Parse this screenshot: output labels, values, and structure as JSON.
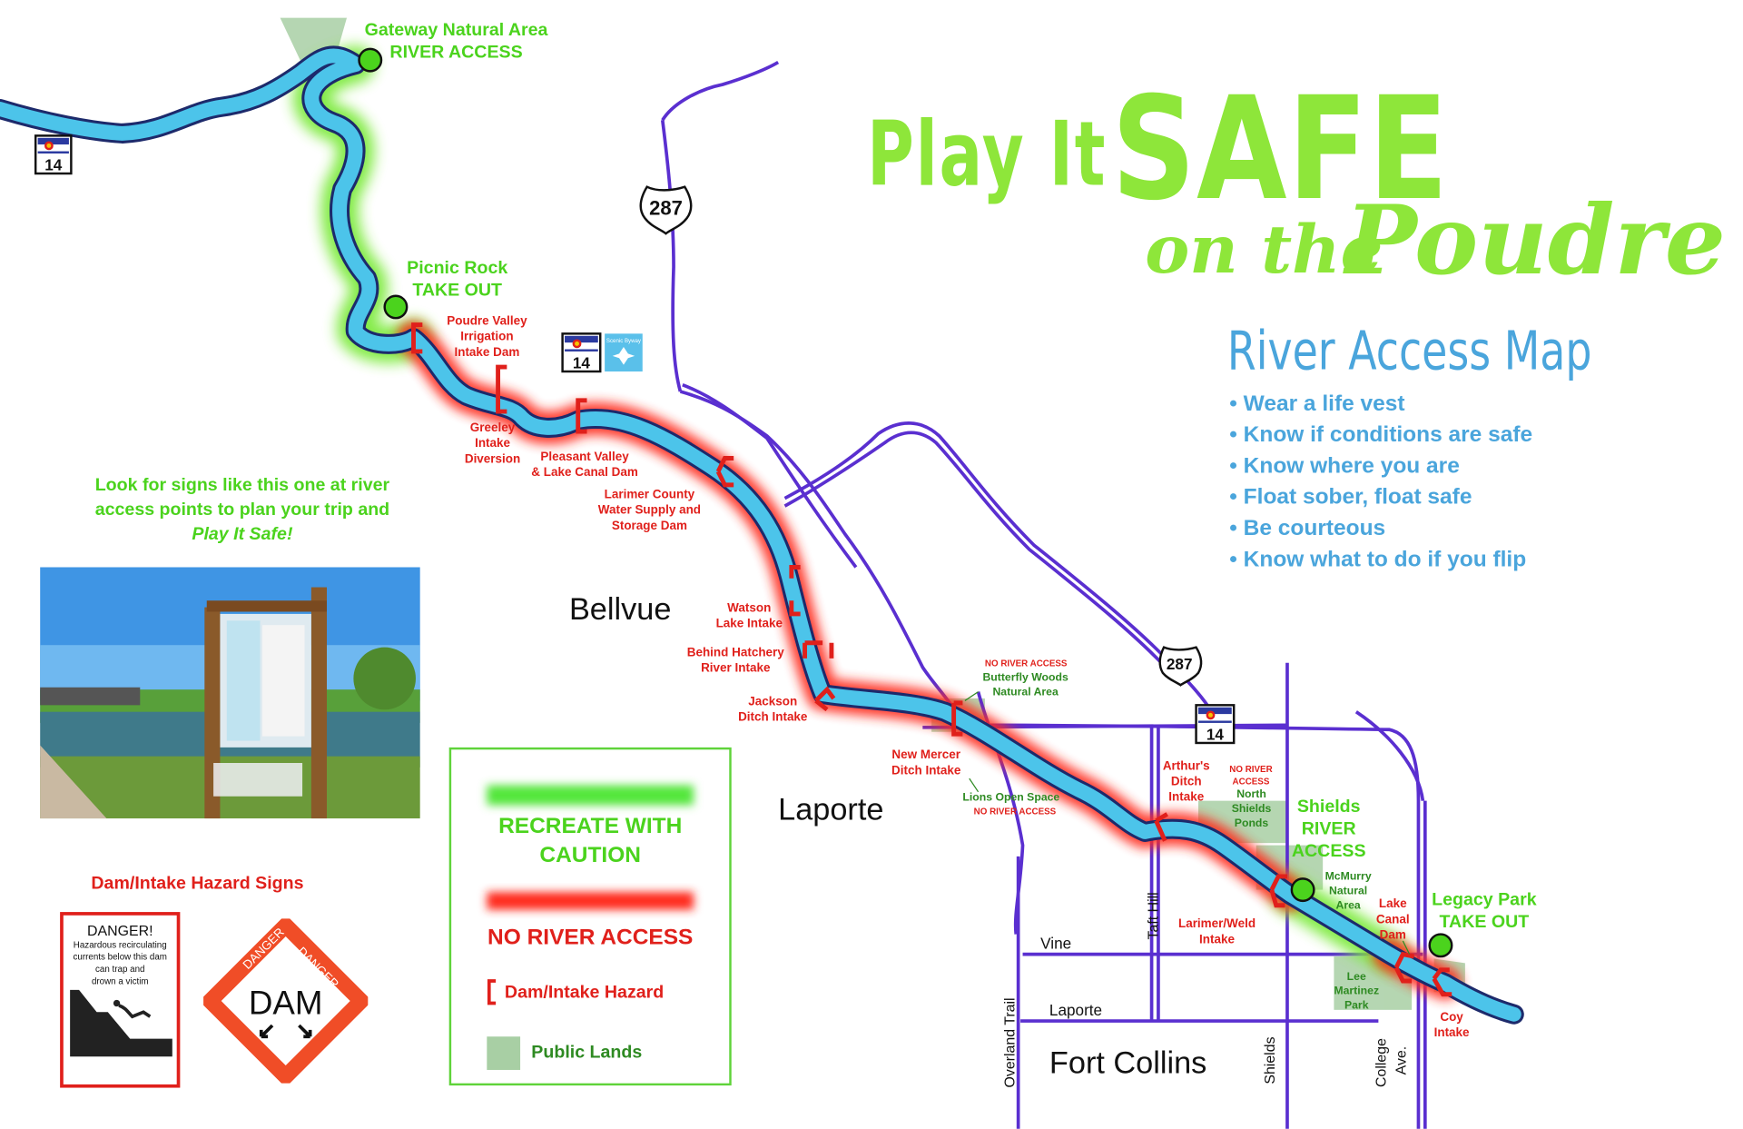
{
  "title": {
    "line1": "Play It",
    "line1_big": "SAFE",
    "line2a": "on the",
    "line2b": "Poudre"
  },
  "subtitle": "River Access Map",
  "tips": [
    "• Wear a life vest",
    "• Know if conditions are safe",
    "• Know where you are",
    "• Float sober, float safe",
    "• Be courteous",
    "• Know what to do if you flip"
  ],
  "access_points": {
    "gateway_name": "Gateway Natural Area",
    "gateway_type": "RIVER ACCESS",
    "picnic_name": "Picnic Rock",
    "picnic_type": "TAKE OUT",
    "shields_name": "Shields",
    "shields_type1": "RIVER",
    "shields_type2": "ACCESS",
    "legacy_name": "Legacy Park",
    "legacy_type": "TAKE OUT"
  },
  "hazards": {
    "poudre_valley": [
      "Poudre Valley",
      "Irrigation",
      "Intake Dam"
    ],
    "greeley": [
      "Greeley",
      "Intake",
      "Diversion"
    ],
    "pleasant_valley": [
      "Pleasant Valley",
      "& Lake Canal Dam"
    ],
    "larimer_county": [
      "Larimer County",
      "Water Supply and",
      "Storage Dam"
    ],
    "watson": [
      "Watson",
      "Lake Intake"
    ],
    "hatchery": [
      "Behind Hatchery",
      "River Intake"
    ],
    "jackson": [
      "Jackson",
      "Ditch Intake"
    ],
    "new_mercer": [
      "New Mercer",
      "Ditch Intake"
    ],
    "arthurs": [
      "Arthur's",
      "Ditch",
      "Intake"
    ],
    "larimer_weld": [
      "Larimer/Weld",
      "Intake"
    ],
    "lake_canal": [
      "Lake",
      "Canal",
      "Dam"
    ],
    "coy": [
      "Coy",
      "Intake"
    ]
  },
  "areas": {
    "butterfly_note": "NO RIVER ACCESS",
    "butterfly": [
      "Butterfly Woods",
      "Natural Area"
    ],
    "lions": "Lions Open Space",
    "lions_note": "NO RIVER ACCESS",
    "north_shields_note": [
      "NO RIVER",
      "ACCESS"
    ],
    "north_shields": [
      "North",
      "Shields",
      "Ponds"
    ],
    "mcmurry": [
      "McMurry",
      "Natural",
      "Area"
    ],
    "lee_martinez": [
      "Lee",
      "Martinez",
      "Park"
    ]
  },
  "towns": {
    "bellvue": "Bellvue",
    "laporte": "Laporte",
    "fort_collins": "Fort Collins"
  },
  "streets": {
    "vine": "Vine",
    "laporte": "Laporte",
    "taft_hill": "Taft Hill",
    "overland_trail": "Overland Trail",
    "shields": "Shields",
    "college": "College",
    "college2": "Ave."
  },
  "shields_route": {
    "co14_a": "14",
    "co14_b": "14",
    "co14_c": "14",
    "us287_a": "287",
    "us287_b": "287",
    "byway": "Scenic Byway"
  },
  "signs_note": {
    "line1": "Look for signs like this one at river",
    "line2": "access points to plan your trip and",
    "line3": "Play It Safe!"
  },
  "hazard_signs": {
    "heading": "Dam/Intake Hazard Signs",
    "danger_title": "DANGER!",
    "danger_text": [
      "Hazardous recirculating",
      "currents below this dam",
      "can trap and",
      "drown a victim"
    ],
    "diamond_word": "DAM",
    "diamond_top": "DANGER",
    "diamond_top2": "DANGER"
  },
  "legend": {
    "caution": [
      "RECREATE WITH",
      "CAUTION"
    ],
    "no_access": "NO RIVER ACCESS",
    "hazard": "Dam/Intake Hazard",
    "public": "Public Lands"
  },
  "colors": {
    "river": "#4cc4ea",
    "caution_glow": "#7dea3c",
    "no_access_glow": "#ff2a1a",
    "roads": "#5a2fd0",
    "title_green": "#8ee63a",
    "accent_blue": "#4aa5dc",
    "public_lands": "#a8cfa4"
  }
}
